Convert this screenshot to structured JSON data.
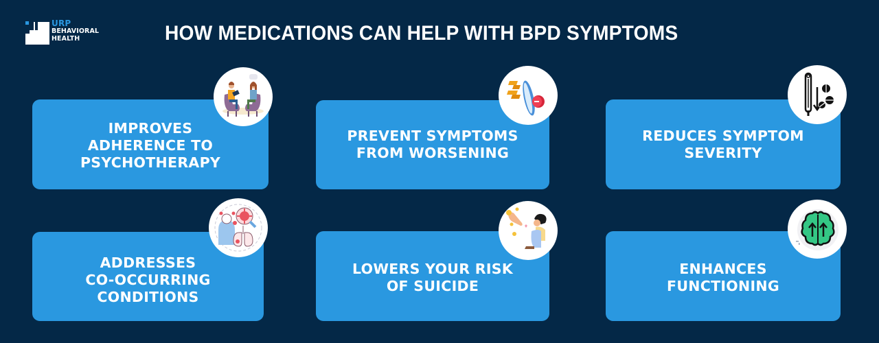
{
  "logo": {
    "line1": "URP",
    "line2": "BEHAVIORAL",
    "line3": "HEALTH",
    "colors": {
      "accent": "#2a97e0",
      "text": "#ffffff"
    }
  },
  "header": {
    "title": "HOW MEDICATIONS CAN HELP WITH BPD SYMPTOMS"
  },
  "theme": {
    "background": "#042847",
    "card": "#2a98e0",
    "card_text": "#ffffff",
    "badge": "#ffffff"
  },
  "cards": [
    {
      "label": "IMPROVES\nADHERENCE TO\nPSYCHOTHERAPY",
      "icon": "therapy-session-icon"
    },
    {
      "label": "PREVENT SYMPTOMS\nFROM WORSENING",
      "icon": "shield-block-icon"
    },
    {
      "label": "REDUCES SYMPTOM\nSEVERITY",
      "icon": "thermometer-pills-icon"
    },
    {
      "label": "ADDRESSES\nCO-OCCURRING\nCONDITIONS",
      "icon": "virus-lungs-icon"
    },
    {
      "label": "LOWERS YOUR RISK\nOF SUICIDE",
      "icon": "helping-hand-icon"
    },
    {
      "label": "ENHANCES\nFUNCTIONING",
      "icon": "brain-arrows-up-icon"
    }
  ]
}
